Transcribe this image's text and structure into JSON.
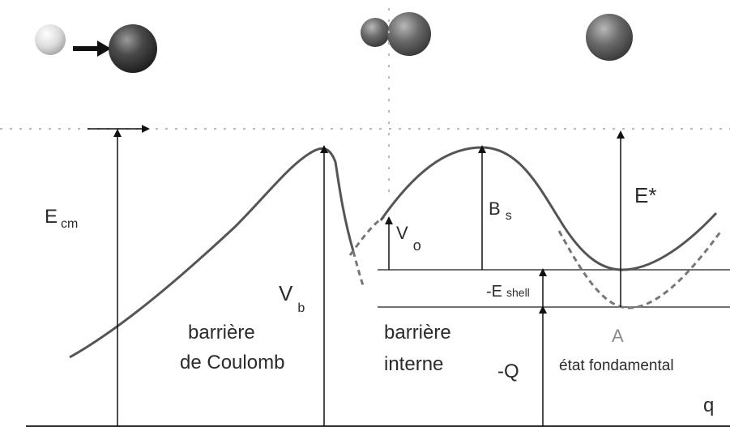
{
  "labels": {
    "e_cm_main": "E",
    "e_cm_sub": "cm",
    "v_b_main": "V",
    "v_b_sub": "b",
    "v_o_main": "V",
    "v_o_sub": "o",
    "b_s_main": "B",
    "b_s_sub": "s",
    "e_star": "E*",
    "e_shell_main": "-E",
    "e_shell_sub": "shell",
    "a": "A",
    "etat_fondamental": "état fondamental",
    "minus_q": "-Q",
    "barriere_1": "barrière",
    "de_coulomb": "de Coulomb",
    "barriere_2": "barrière",
    "interne": "interne",
    "q_axis": "q"
  },
  "colors": {
    "curve": "#555555",
    "dashed_curve": "#777777",
    "arrow": "#111111",
    "sphere_dark": "#3a3a3a",
    "sphere_light": "#d8d8d8"
  },
  "icons": {
    "projectile": "light-sphere-icon",
    "target": "dark-sphere-icon",
    "motion_arrow": "right-arrow-icon",
    "touching_nuclei": "touching-spheres-icon",
    "compound_nucleus": "sphere-icon"
  }
}
